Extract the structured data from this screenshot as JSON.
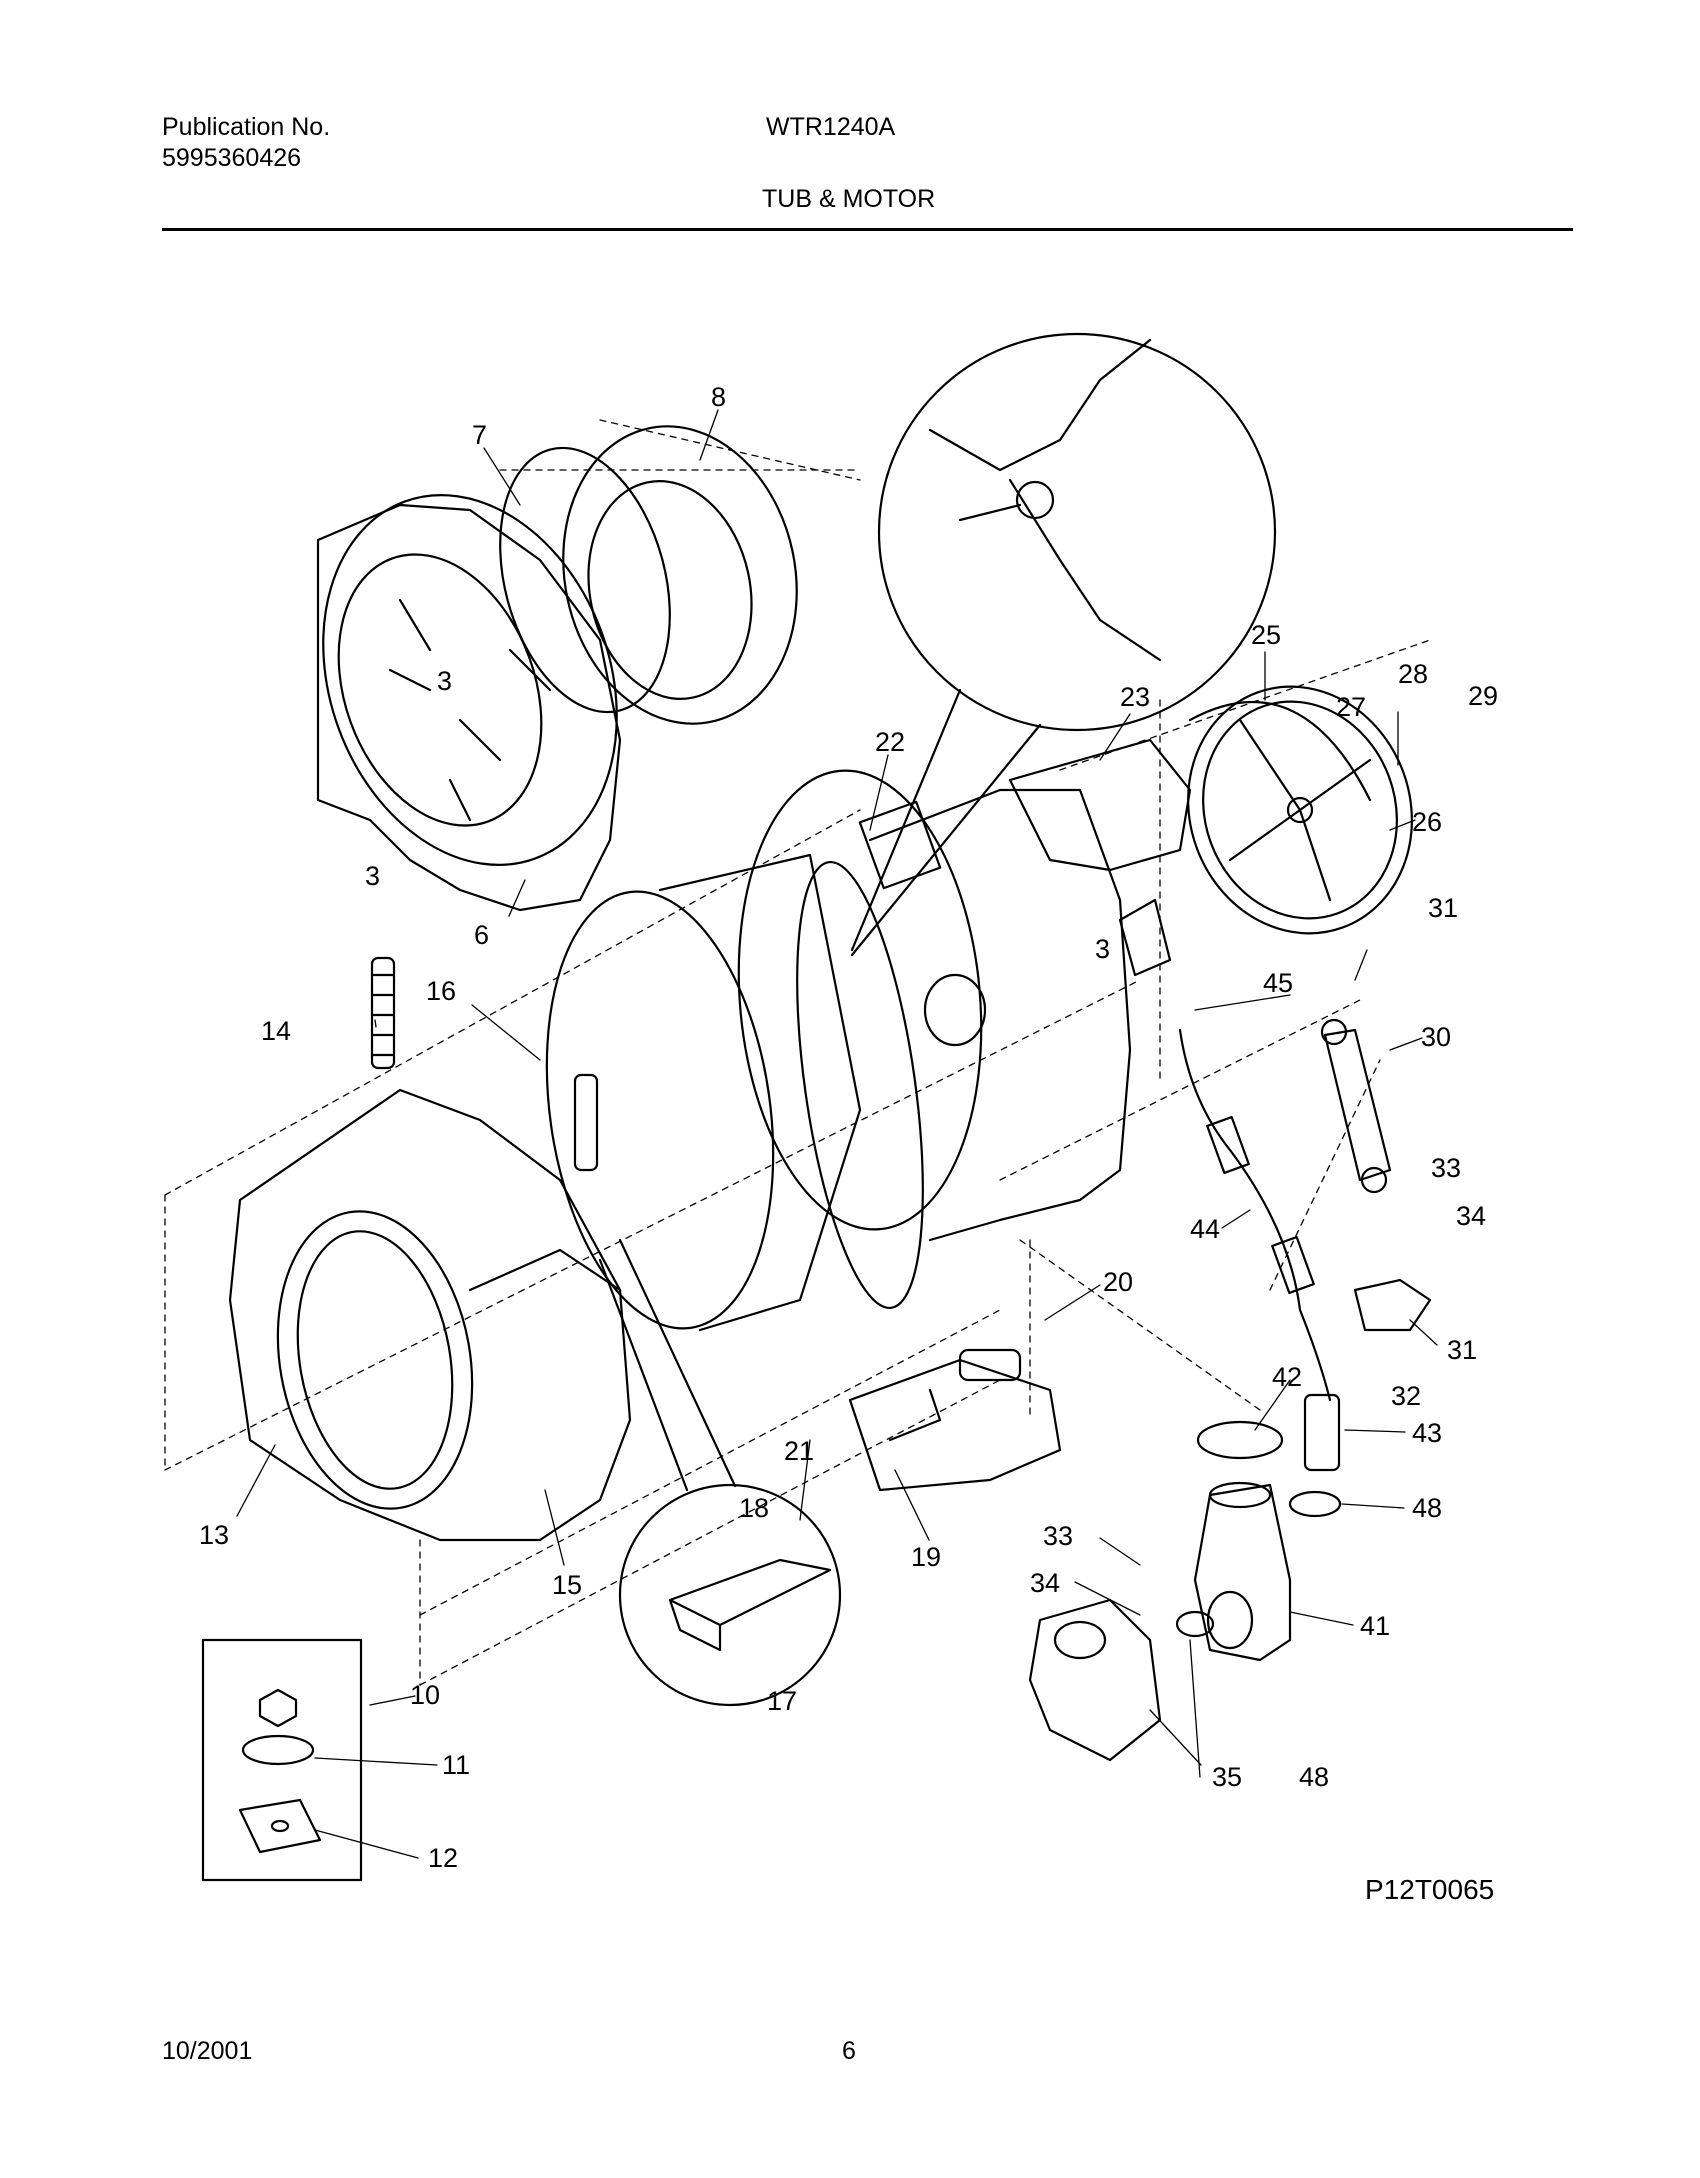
{
  "header": {
    "publication_label": "Publication No.",
    "publication_number": "5995360426",
    "model": "WTR1240A",
    "section_title": "TUB & MOTOR"
  },
  "diagram": {
    "figure_code": "P12T0065",
    "callouts": {
      "p3a": "3",
      "p3b": "3",
      "p3c": "3",
      "p6": "6",
      "p7": "7",
      "p8": "8",
      "p10": "10",
      "p11": "11",
      "p12": "12",
      "p13": "13",
      "p14": "14",
      "p15": "15",
      "p16": "16",
      "p17": "17",
      "p18": "18",
      "p19": "19",
      "p20": "20",
      "p21": "21",
      "p22": "22",
      "p23": "23",
      "p25": "25",
      "p26": "26",
      "p27": "27",
      "p28": "28",
      "p29": "29",
      "p30": "30",
      "p31a": "31",
      "p31b": "31",
      "p32": "32",
      "p33a": "33",
      "p33b": "33",
      "p34a": "34",
      "p34b": "34",
      "p35": "35",
      "p41": "41",
      "p42": "42",
      "p43": "43",
      "p44": "44",
      "p45": "45",
      "p48a": "48",
      "p48b": "48"
    }
  },
  "footer": {
    "date": "10/2001",
    "page_number": "6"
  }
}
